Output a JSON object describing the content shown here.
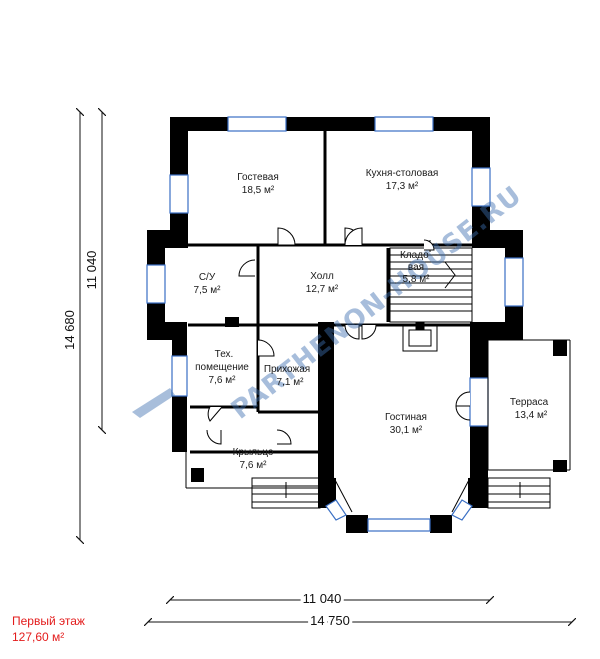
{
  "plan": {
    "rooms": [
      {
        "id": "gostevaya",
        "name": "Гостевая",
        "area": "18,5 м²"
      },
      {
        "id": "kitchen",
        "name": "Кухня-столовая",
        "area": "17,3 м²"
      },
      {
        "id": "kladovaya",
        "name": "Кладо-\nвая",
        "area": "5,8 м²"
      },
      {
        "id": "su",
        "name": "С/У",
        "area": "7,5 м²"
      },
      {
        "id": "holl",
        "name": "Холл",
        "area": "12,7 м²"
      },
      {
        "id": "tech",
        "name": "Тех.\nпомещение",
        "area": "7,6 м²"
      },
      {
        "id": "prihozhaya",
        "name": "Прихожая",
        "area": "7,1 м²"
      },
      {
        "id": "gostinaya",
        "name": "Гостиная",
        "area": "30,1 м²"
      },
      {
        "id": "terrasa",
        "name": "Терраса",
        "area": "13,4 м²"
      },
      {
        "id": "kryltso",
        "name": "Крыльцо",
        "area": "7,6 м²"
      }
    ],
    "dimensions": {
      "vertical_outer": "14 680",
      "vertical_inner": "11 040",
      "horizontal_inner": "11 040",
      "horizontal_outer": "14 750"
    },
    "watermark": "PARTHENON-HOUSE.RU",
    "floor": {
      "title": "Первый этаж",
      "area": "127,60 м²"
    }
  },
  "colors": {
    "wall": "#000000",
    "window": "#3a6fc4",
    "dim": "#111111",
    "caption": "#e31b1b"
  }
}
